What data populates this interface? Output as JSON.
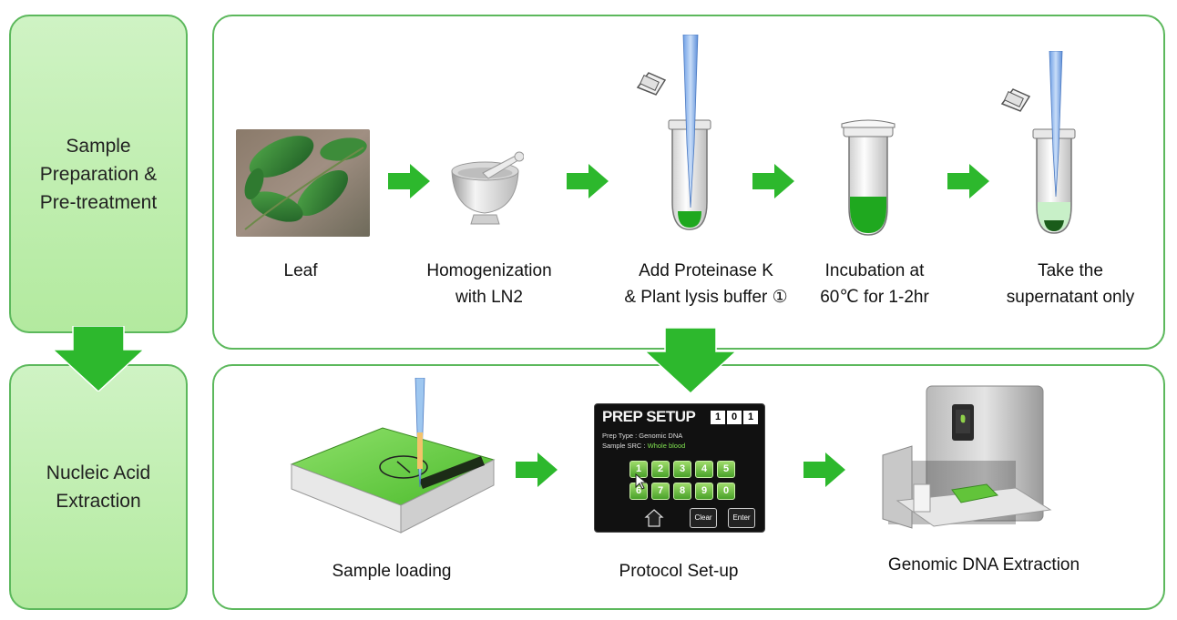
{
  "sections": {
    "prep_label": "Sample\nPreparation &\nPre-treatment",
    "extract_label": "Nucleic Acid\nExtraction"
  },
  "steps_top": [
    {
      "label": "Leaf"
    },
    {
      "label": "Homogenization\nwith LN2"
    },
    {
      "label": "Add Proteinase  K\n& Plant lysis buffer  ①"
    },
    {
      "label": "Incubation at\n60℃ for 1-2hr"
    },
    {
      "label": "Take the\nsupernatant only"
    }
  ],
  "steps_bottom": [
    {
      "label": "Sample loading"
    },
    {
      "label": "Protocol  Set-up"
    },
    {
      "label": "Genomic  DNA  Extraction"
    }
  ],
  "screen": {
    "title": "PREP SETUP",
    "digits": [
      "1",
      "0",
      "1"
    ],
    "prep_type": "Prep Type : Genomic DNA",
    "sample_src_label": "Sample SRC : ",
    "sample_src_value": "Whole blood",
    "keys_row1": [
      "1",
      "2",
      "3",
      "4",
      "5"
    ],
    "keys_row2": [
      "6",
      "7",
      "8",
      "9",
      "0"
    ],
    "clear": "Clear",
    "enter": "Enter"
  },
  "colors": {
    "accent_green": "#2db82d",
    "box_border": "#5cb85c",
    "side_fill": "#c3efb2",
    "liquid_green": "#1fa81f",
    "liquid_pale": "#c8f0c8"
  }
}
